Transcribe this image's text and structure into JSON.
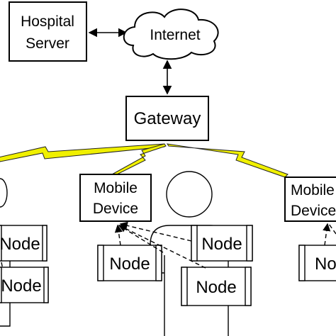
{
  "diagram": {
    "hospital_server": {
      "line1": "Hospital",
      "line2": "Server"
    },
    "internet": "Internet",
    "gateway": "Gateway",
    "mobile_device_center": {
      "line1": "Mobile",
      "line2": "Device"
    },
    "mobile_device_right": {
      "line1": "Mobile",
      "line2": "Device"
    },
    "node_label": "Node",
    "node_label_cut": "No",
    "colors": {
      "wireless_link": "#f0f000",
      "stroke": "#000000",
      "background": "#ffffff"
    }
  }
}
